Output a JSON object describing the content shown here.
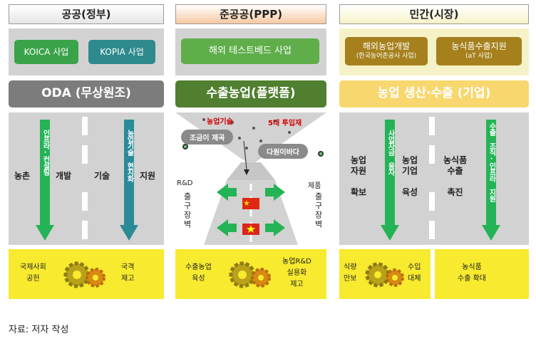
{
  "columns": {
    "public": {
      "header": "공공(정부)",
      "btn1": "KOICA 사업",
      "btn2": "KOPIA 사업",
      "bar": "ODA (무상원조)",
      "left_label": "농촌",
      "left_label2": "개발",
      "arrow1_text": "인프라·컨설팅",
      "right_label": "기술",
      "right_label2": "지원",
      "arrow2_text": "농업기술 현지화",
      "bottom_left": "국제사회\n공헌",
      "bottom_right": "국격\n제고"
    },
    "ppp": {
      "header": "준공공(PPP)",
      "btn1": "해외 테스트베드 사업",
      "bar": "수출농업(플랫폼)",
      "funnel_label1": "농업기술",
      "funnel_label2": "5대 투입재",
      "tag1": "조금이 제곡",
      "tag2": "다원이바다",
      "rd_label": "R&D",
      "rd_vertical": "출구장벽",
      "product_label": "제품",
      "product_vertical": "출구장벽",
      "bottom_left": "수출농업\n육성",
      "bottom_right": "농업R&D\n실용화\n제고"
    },
    "private": {
      "header": "민간(시장)",
      "btn1": "해외농업개발",
      "btn1_sub": "(한국농어촌공사 사업)",
      "btn2": "농식품수출지원",
      "btn2_sub": "(aT 사업)",
      "bar": "농업 생산·수출 (기업)",
      "l1": "농업\n자원\n\n확보",
      "arrow1_text": "사업자금 융자",
      "l2": "농업\n기업\n\n육성",
      "l3": "농식품\n수출\n\n촉진",
      "arrow2_text": "수출 조직·인프라 지원",
      "bottom_left": "식량\n안보",
      "bottom_mid": "수입\n대체",
      "bottom_right": "농식품\n수출 확대"
    }
  },
  "source": "자료: 저자 작성",
  "colors": {
    "gray_panel": "#d2d2d2",
    "btn_green": "#3aa34a",
    "btn_teal": "#2e8a8c",
    "btn_olive": "#a5801c",
    "bar_gray": "#7c7c7c",
    "bar_green": "#4f7f2f",
    "bar_yellow": "#f7d76e",
    "bottom_yellow": "#f7ea2f",
    "arrow_green": "#24b356",
    "arrow_teal": "#2a8b95"
  }
}
